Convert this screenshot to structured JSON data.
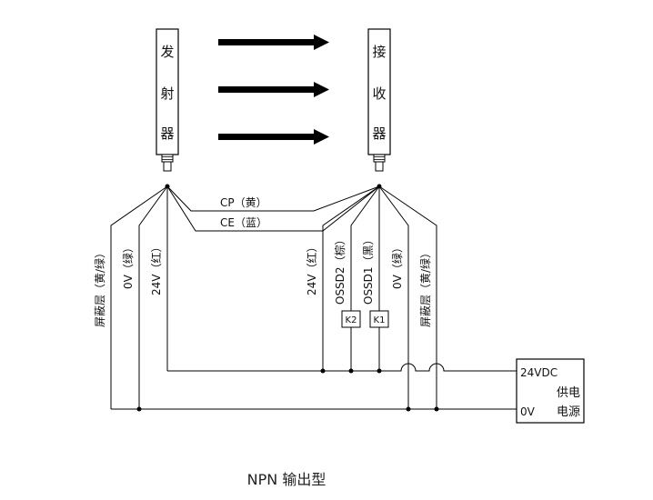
{
  "transmitter": {
    "chars": [
      "发",
      "射",
      "器"
    ]
  },
  "receiver": {
    "chars": [
      "接",
      "收",
      "器"
    ]
  },
  "cables": {
    "cp": "CP（黄）",
    "ce": "CE（蓝）"
  },
  "transmitter_wires": {
    "shield": "屏蔽层（黄/绿）",
    "zero_v": "0V（绿）",
    "v24": "24V（红）"
  },
  "receiver_wires": {
    "v24": "24V（红）",
    "ossd2": "OSSD2（棕）",
    "ossd1": "OSSD1（黑）",
    "zero_v": "0V（绿）",
    "shield": "屏蔽层（黄/绿）"
  },
  "relays": {
    "k2": "K2",
    "k1": "K1"
  },
  "power_supply": {
    "v24_label": "24VDC",
    "zero_label": "0V",
    "name_line1": "供电",
    "name_line2": "电源"
  },
  "caption": "NPN 输出型"
}
